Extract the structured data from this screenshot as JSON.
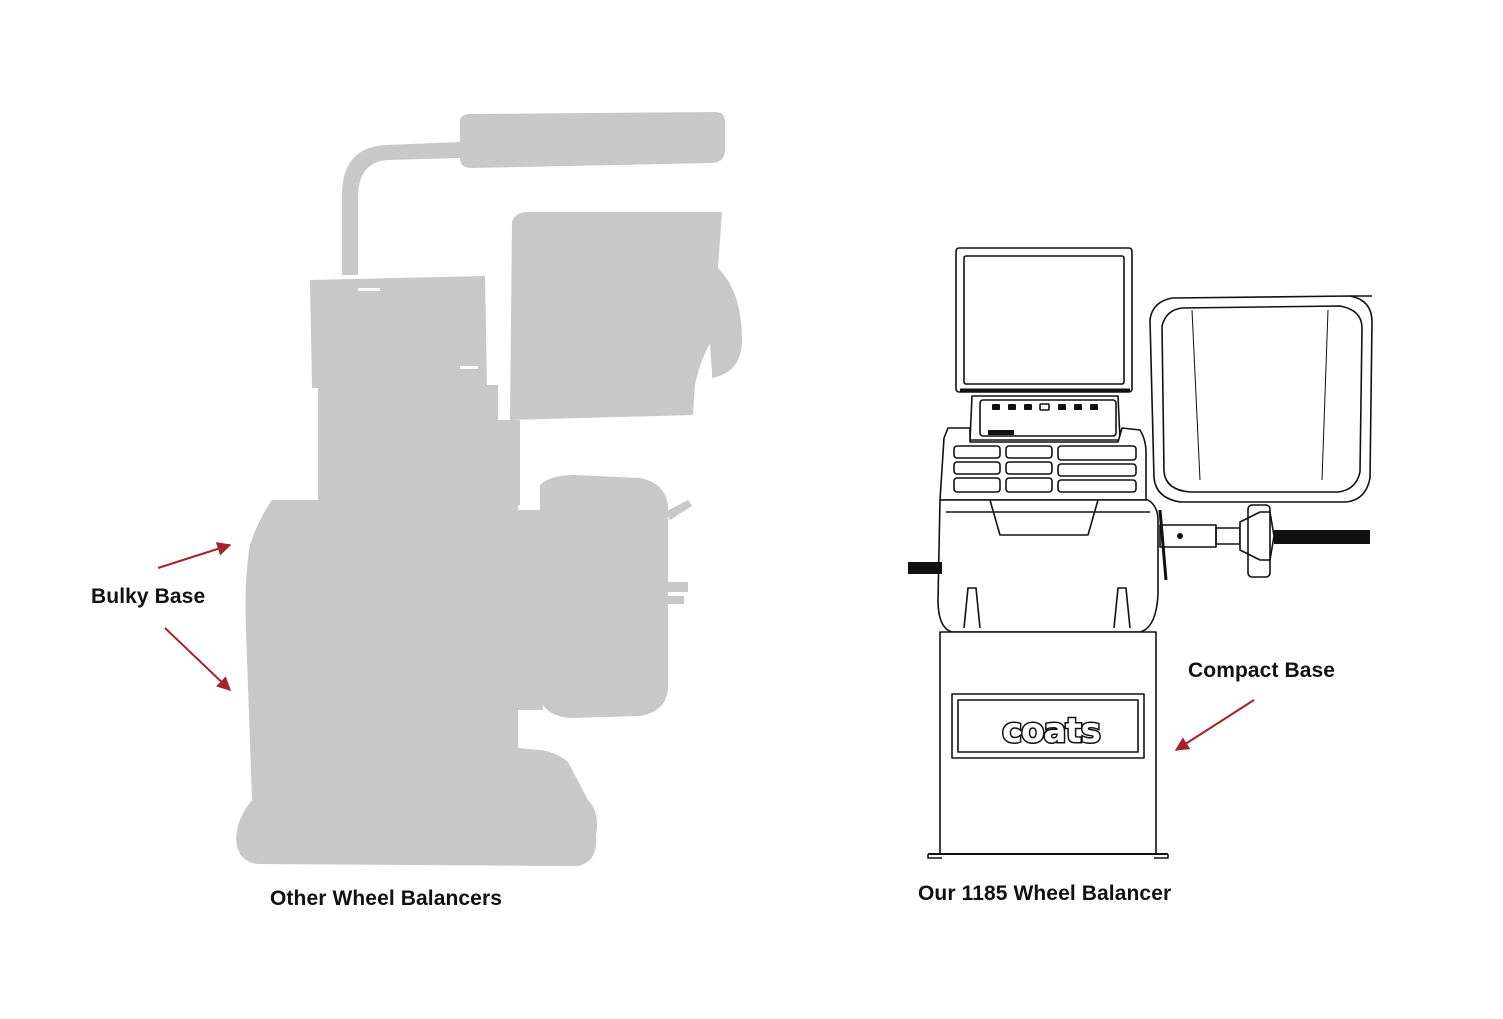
{
  "labels": {
    "bulky_base": "Bulky Base",
    "compact_base": "Compact Base"
  },
  "captions": {
    "other": "Other Wheel Balancers",
    "ours": "Our 1185 Wheel Balancer"
  },
  "logo_text": "coats",
  "colors": {
    "silhouette": "#c8c8c8",
    "arrow": "#a3242c",
    "line": "#111111",
    "background": "#ffffff"
  }
}
